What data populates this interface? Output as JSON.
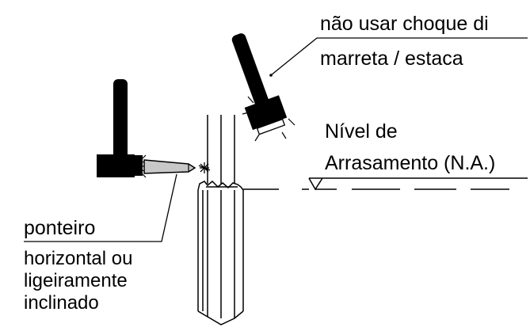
{
  "labels": {
    "warning_line1": "não usar choque di",
    "warning_line2": "marreta / estaca",
    "level_line1": "Nível de",
    "level_line2": "Arrasamento (N.A.)",
    "tool_name": "ponteiro",
    "tool_desc_line1": "horizontal ou",
    "tool_desc_line2": "ligeiramente",
    "tool_desc_line3": "inclinado"
  },
  "colors": {
    "ink": "#000000",
    "chisel_fill": "#c8c8c8",
    "background": "#ffffff"
  }
}
